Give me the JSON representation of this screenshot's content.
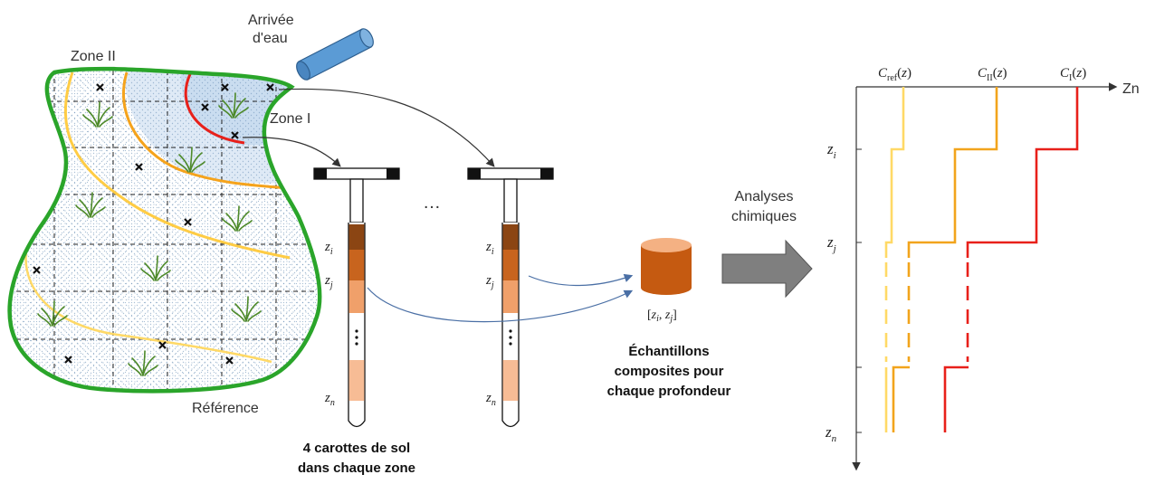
{
  "labels": {
    "water_inlet": [
      "Arrivée",
      "d'eau"
    ],
    "zone2": "Zone II",
    "zone1": "Zone I",
    "reference": "Référence",
    "ellipsis": "…",
    "analyses": [
      "Analyses",
      "chimiques"
    ],
    "cores_caption": [
      "4 carottes de sol",
      "dans chaque zone"
    ],
    "composite_caption": [
      "Échantillons",
      "composites pour",
      "chaque profondeur"
    ],
    "composite_interval": "[zi, zj]",
    "axis_right": "Zn"
  },
  "depths": {
    "zi": "zi",
    "zj": "zj",
    "zn": "zn"
  },
  "curves": [
    {
      "name": "Cref(z)",
      "color": "#ffd966"
    },
    {
      "name": "CII(z)",
      "color": "#f2a41c"
    },
    {
      "name": "CI(z)",
      "color": "#e8201a"
    }
  ],
  "colors": {
    "zone_boundary": "#2aa52a",
    "zone2_line": "#f5a31c",
    "ref_line": "#ffd966",
    "zone1_line": "#e8201a",
    "core_dark": "#8b4513",
    "core_mid": "#c8641e",
    "core_light": "#f0a06a",
    "core_pale": "#f7bc95",
    "pipe": "#5b9bd5",
    "cylinder": "#c55a11",
    "arrow_block": "#7f7f7f"
  }
}
